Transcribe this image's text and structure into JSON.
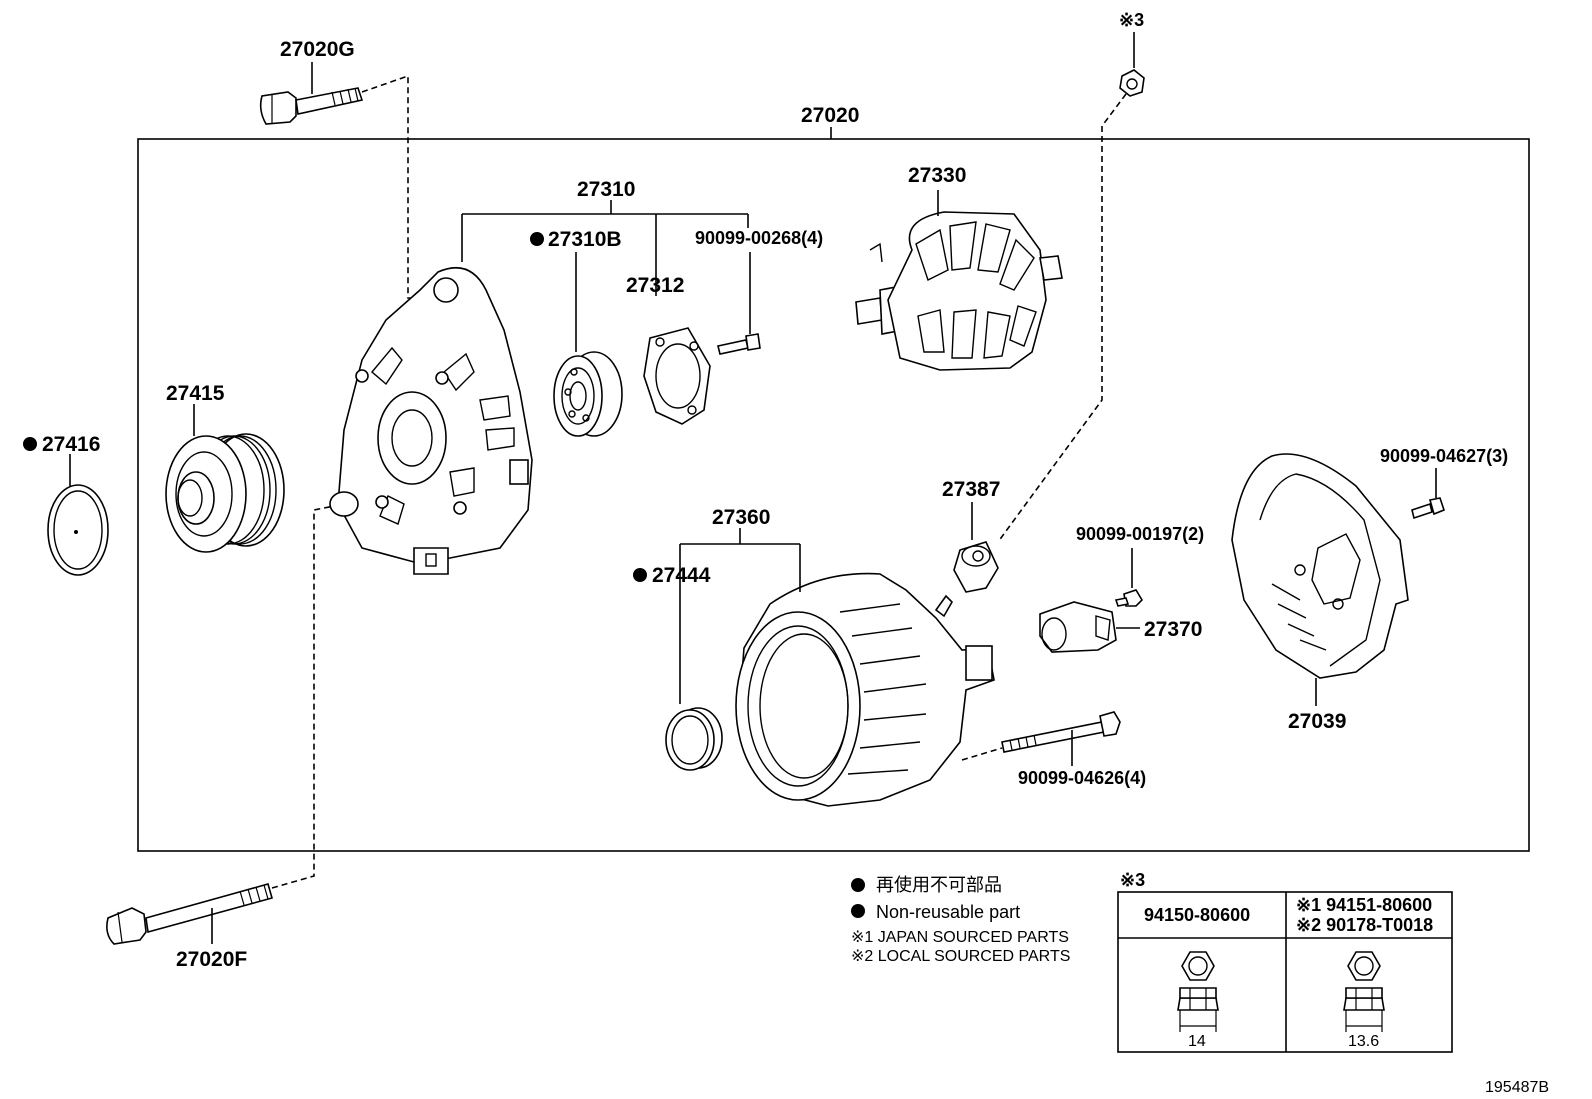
{
  "labels": {
    "p27020": "27020",
    "p27020G": "27020G",
    "p27020F": "27020F",
    "p27310": "27310",
    "p27310B": "27310B",
    "p27312": "27312",
    "p90099_00268": "90099-00268(4)",
    "p27330": "27330",
    "p27415": "27415",
    "p27416": "27416",
    "p27360": "27360",
    "p27444": "27444",
    "p27387": "27387",
    "p90099_00197": "90099-00197(2)",
    "p27370": "27370",
    "p90099_04627": "90099-04627(3)",
    "p27039": "27039",
    "p90099_04626": "90099-04626(4)",
    "ref3_top": "※3"
  },
  "legend": {
    "non_reusable_jp": "再使用不可部品",
    "non_reusable_en": "Non-reusable part",
    "note1": "※1 JAPAN SOURCED PARTS",
    "note2": "※2 LOCAL SOURCED PARTS"
  },
  "nut_table": {
    "ref": "※3",
    "col1_header": "94150-80600",
    "col2_header_line1": "※1 94151-80600",
    "col2_header_line2": "※2 90178-T0018",
    "col1_size": "14",
    "col2_size": "13.6"
  },
  "figure_id": "195487B"
}
